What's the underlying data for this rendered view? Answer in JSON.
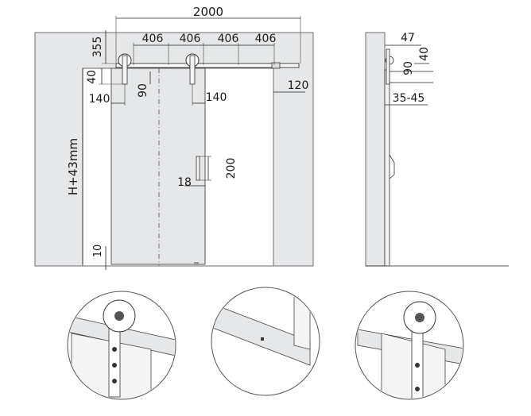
{
  "dimensions": {
    "total_width": "2000",
    "rail_height": "355",
    "spacing": [
      "406",
      "406",
      "406",
      "406"
    ],
    "hanger_offset": "40",
    "left_edge": "140",
    "center": "90",
    "right_edge": "140",
    "overlap": "120",
    "door_height": "H+43mm",
    "handle_height": "200",
    "handle_offset": "18",
    "floor_gap": "10",
    "side_depth": "47",
    "side_height": "40",
    "side_center": "90",
    "wall_thickness": "35-45"
  }
}
